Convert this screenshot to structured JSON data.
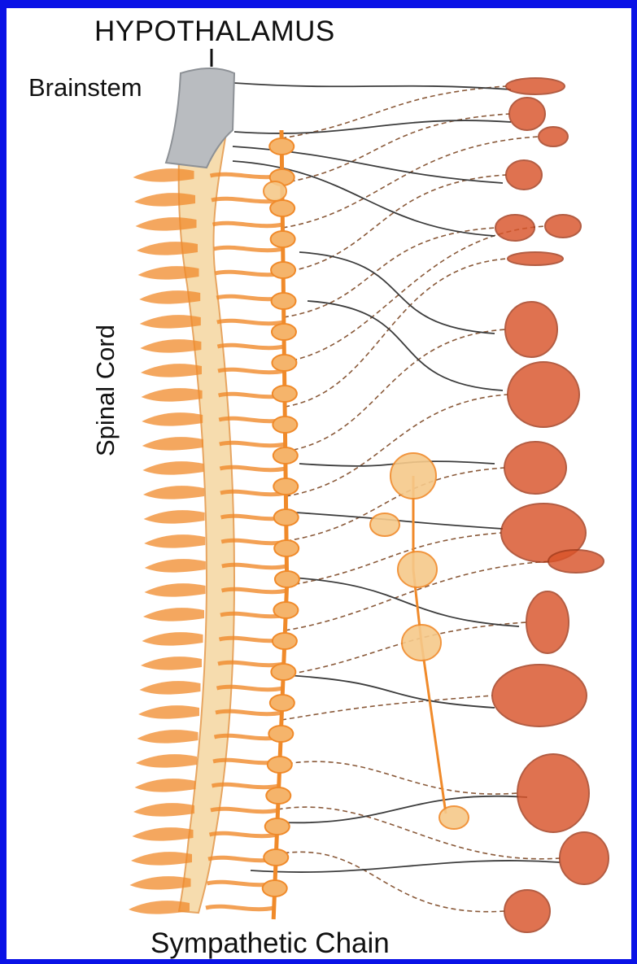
{
  "labels": {
    "hypothalamus": "HYPOTHALAMUS",
    "brainstem": "Brainstem",
    "spinal_cord": "Spinal Cord",
    "sympathetic_chain": "Sympathetic Chain"
  },
  "colors": {
    "border": "#0a12e6",
    "background": "#ffffff",
    "nerve_orange": "#f08a2a",
    "spinal_cord_fill": "#f6dcae",
    "brainstem_grey": "#b9bcc0",
    "fiber_dashed": "#8a5a3a",
    "fiber_solid": "#3d3d3d",
    "organ_red": "#d9542a"
  }
}
